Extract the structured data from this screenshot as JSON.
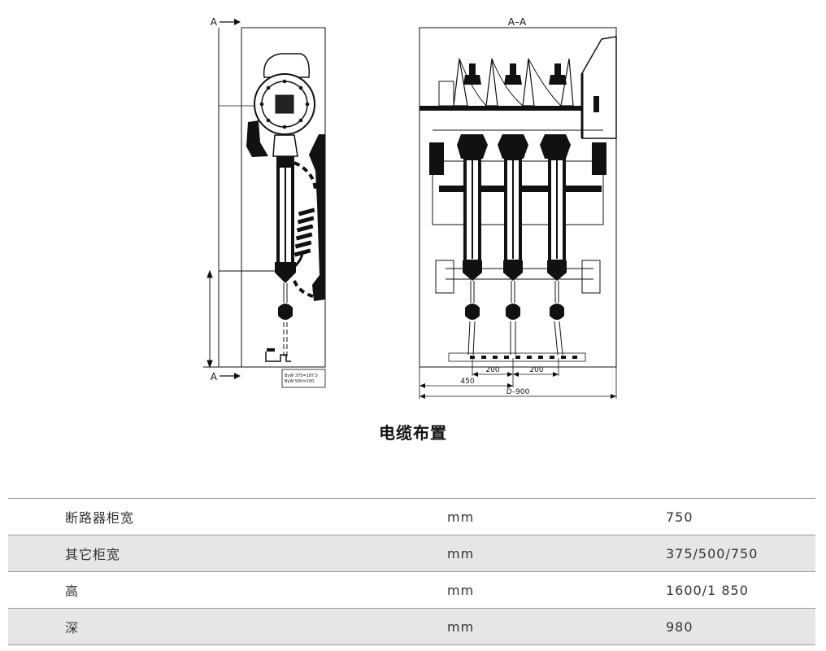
{
  "drawing": {
    "section_mark_top": "A",
    "section_mark_bottom": "A",
    "section_title": "A–A",
    "note_line1": "ByW 375=187.5",
    "note_line2": "ByW 500=200",
    "dim_200_left": "200",
    "dim_200_right": "200",
    "dim_450": "450",
    "dim_d900": "D–900"
  },
  "caption": "电缆布置",
  "table": {
    "rows": [
      {
        "name": "断路器柜宽",
        "unit": "mm",
        "value": "750"
      },
      {
        "name": "其它柜宽",
        "unit": "mm",
        "value": "375/500/750"
      },
      {
        "name": "高",
        "unit": "mm",
        "value": "1600/1 850"
      },
      {
        "name": "深",
        "unit": "mm",
        "value": "980"
      }
    ]
  }
}
